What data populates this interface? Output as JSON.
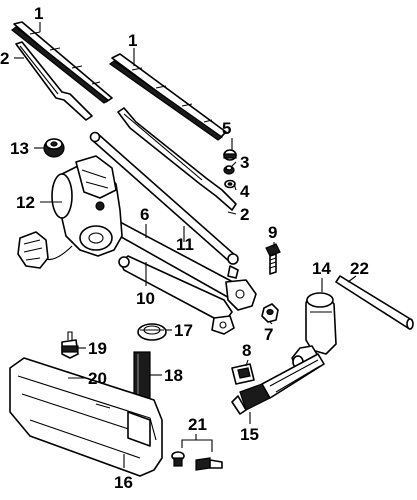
{
  "callouts": {
    "c1a": "1",
    "c1b": "1",
    "c2a": "2",
    "c2b": "2",
    "c3": "3",
    "c4": "4",
    "c5": "5",
    "c6": "6",
    "c7": "7",
    "c8": "8",
    "c9": "9",
    "c10": "10",
    "c11": "11",
    "c12": "12",
    "c13": "13",
    "c14": "14",
    "c15": "15",
    "c16": "16",
    "c17": "17",
    "c18": "18",
    "c19": "19",
    "c20": "20",
    "c21": "21",
    "c22": "22"
  }
}
